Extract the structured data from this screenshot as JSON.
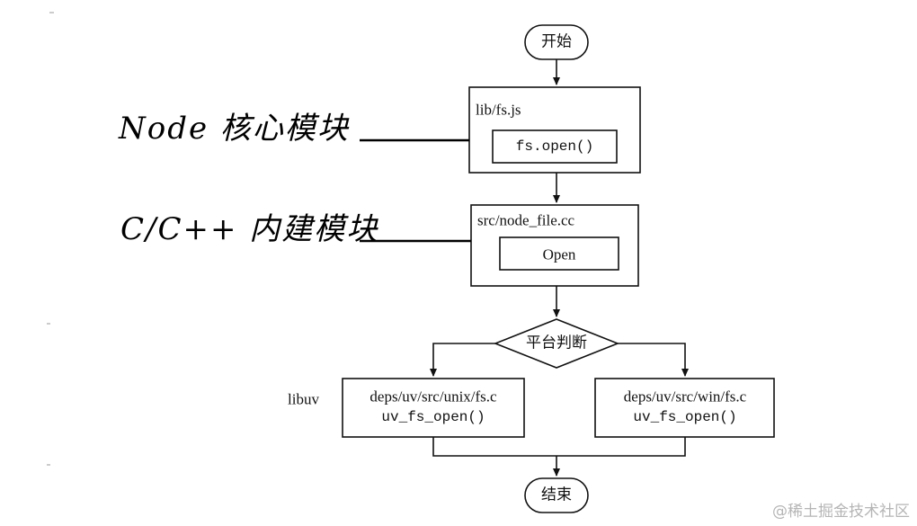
{
  "nodes": {
    "start": "开始",
    "lib_fs_title": "lib/fs.js",
    "fs_open": "fs.open()",
    "node_file_title": "src/node_file.cc",
    "open_fn": "Open",
    "platform_decision": "平台判断",
    "unix_path": "deps/uv/src/unix/fs.c",
    "unix_fn": "uv_fs_open()",
    "win_path": "deps/uv/src/win/fs.c",
    "win_fn": "uv_fs_open()",
    "end": "结束"
  },
  "side_labels": {
    "libuv": "libuv"
  },
  "annotations": {
    "node_core_module": "Node 核心模块",
    "c_cpp_builtin_module": "C/C++ 内建模块"
  },
  "watermark": "@稀土掘金技术社区"
}
